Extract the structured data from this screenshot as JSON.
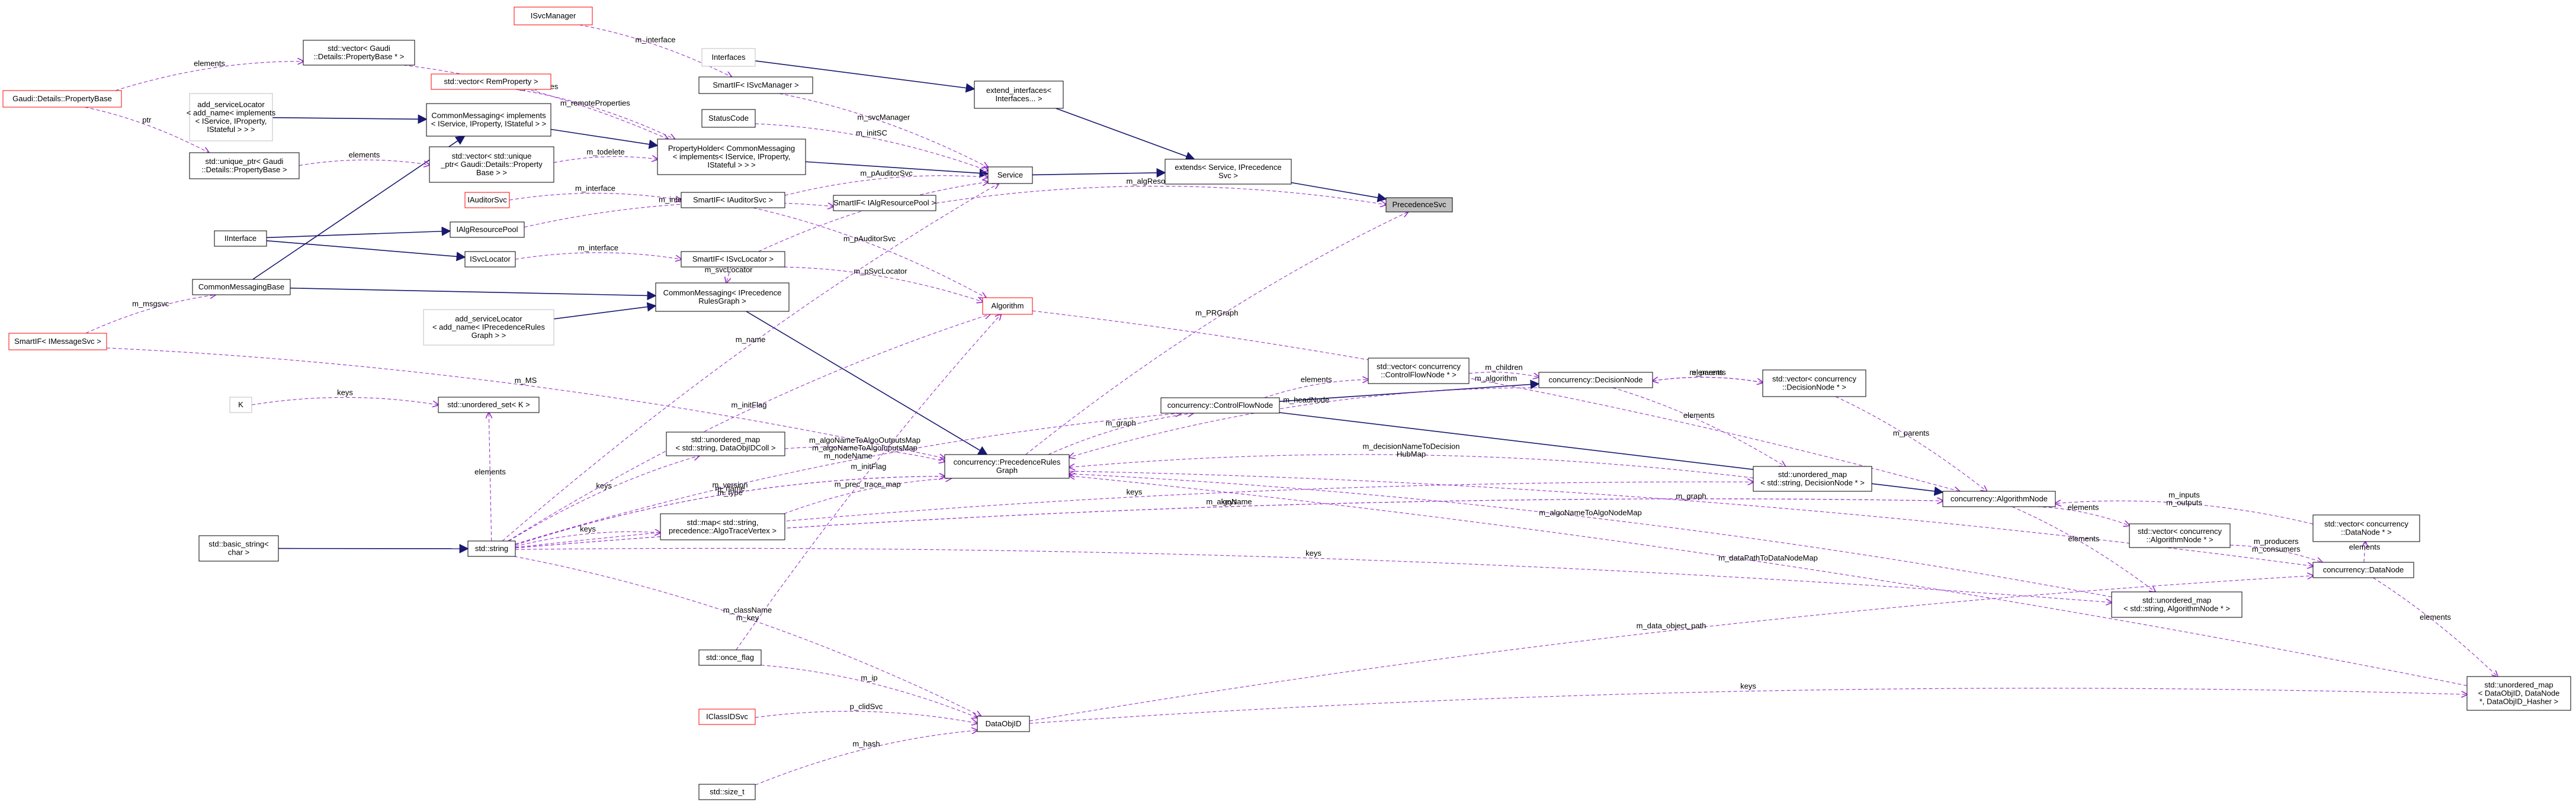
{
  "colors": {
    "node_border": "#000000",
    "node_border_red": "#ff0000",
    "node_border_grey": "#bfbfbf",
    "highlight_fill": "#bfbfbf",
    "inherit_edge": "#191970",
    "usage_edge": "#9a32cd"
  },
  "nodes": [
    {
      "id": "ISvcManager",
      "lines": [
        "ISvcManager"
      ],
      "border": "red"
    },
    {
      "id": "VecPropBase",
      "lines": [
        "std::vector< Gaudi",
        "::Details::PropertyBase * >"
      ],
      "border": "black"
    },
    {
      "id": "Interfaces",
      "lines": [
        "Interfaces"
      ],
      "border": "grey"
    },
    {
      "id": "GaudiPropBase",
      "lines": [
        "Gaudi::Details::PropertyBase"
      ],
      "border": "red"
    },
    {
      "id": "VecRemProp",
      "lines": [
        "std::vector< RemProperty >"
      ],
      "border": "red"
    },
    {
      "id": "SmartIFSvcMgr",
      "lines": [
        "SmartIF< ISvcManager >"
      ],
      "border": "black"
    },
    {
      "id": "ExtendInterfaces",
      "lines": [
        "extend_interfaces<",
        "Interfaces... >"
      ],
      "border": "black"
    },
    {
      "id": "AddSvcLoc1",
      "lines": [
        "add_serviceLocator",
        "< add_name< implements",
        "< IService, IProperty,",
        "IStateful > > >"
      ],
      "border": "grey"
    },
    {
      "id": "CMImplements",
      "lines": [
        "CommonMessaging< implements",
        "< IService, IProperty, IStateful > >"
      ],
      "border": "black"
    },
    {
      "id": "StatusCode",
      "lines": [
        "StatusCode"
      ],
      "border": "black"
    },
    {
      "id": "PropertyHolder",
      "lines": [
        "PropertyHolder< CommonMessaging",
        "< implements< IService, IProperty,",
        "IStateful > > >"
      ],
      "border": "black"
    },
    {
      "id": "UniquePtrPropBase",
      "lines": [
        "std::unique_ptr< Gaudi",
        "::Details::PropertyBase >"
      ],
      "border": "black"
    },
    {
      "id": "VecUniquePtr",
      "lines": [
        "std::vector< std::unique",
        "_ptr< Gaudi::Details::Property",
        "Base > >"
      ],
      "border": "black"
    },
    {
      "id": "Service",
      "lines": [
        "Service"
      ],
      "border": "black"
    },
    {
      "id": "ExtendsSvc",
      "lines": [
        "extends< Service, IPrecedence",
        "Svc >"
      ],
      "border": "black"
    },
    {
      "id": "IAuditorSvc",
      "lines": [
        "IAuditorSvc"
      ],
      "border": "red"
    },
    {
      "id": "SmartIFAuditor",
      "lines": [
        "SmartIF< IAuditorSvc >"
      ],
      "border": "black"
    },
    {
      "id": "SmartIFAlgRes",
      "lines": [
        "SmartIF< IAlgResourcePool >"
      ],
      "border": "black"
    },
    {
      "id": "PrecedenceSvc",
      "lines": [
        "PrecedenceSvc"
      ],
      "border": "black",
      "highlight": true
    },
    {
      "id": "IAlgResourcePool",
      "lines": [
        "IAlgResourcePool"
      ],
      "border": "black"
    },
    {
      "id": "IInterface",
      "lines": [
        "IInterface"
      ],
      "border": "black"
    },
    {
      "id": "ISvcLocator",
      "lines": [
        "ISvcLocator"
      ],
      "border": "black"
    },
    {
      "id": "SmartIFSvcLoc",
      "lines": [
        "SmartIF< ISvcLocator >"
      ],
      "border": "black"
    },
    {
      "id": "CMBase",
      "lines": [
        "CommonMessagingBase"
      ],
      "border": "black"
    },
    {
      "id": "CMPrecRules",
      "lines": [
        "CommonMessaging< IPrecedence",
        "RulesGraph >"
      ],
      "border": "black"
    },
    {
      "id": "Algorithm",
      "lines": [
        "Algorithm"
      ],
      "border": "red"
    },
    {
      "id": "AddSvcLoc2",
      "lines": [
        "add_serviceLocator",
        "< add_name< IPrecedenceRules",
        "Graph > >"
      ],
      "border": "grey"
    },
    {
      "id": "SmartIFMsgSvc",
      "lines": [
        "SmartIF< IMessageSvc >"
      ],
      "border": "red"
    },
    {
      "id": "VecCtrlFlowNode",
      "lines": [
        "std::vector< concurrency",
        "::ControlFlowNode * >"
      ],
      "border": "black"
    },
    {
      "id": "DecisionNode",
      "lines": [
        "concurrency::DecisionNode"
      ],
      "border": "black"
    },
    {
      "id": "VecDecisionNode",
      "lines": [
        "std::vector< concurrency",
        "::DecisionNode * >"
      ],
      "border": "black"
    },
    {
      "id": "K",
      "lines": [
        "K"
      ],
      "border": "grey"
    },
    {
      "id": "UnorderedSetK",
      "lines": [
        "std::unordered_set< K >"
      ],
      "border": "black"
    },
    {
      "id": "ControlFlowNode",
      "lines": [
        "concurrency::ControlFlowNode"
      ],
      "border": "black"
    },
    {
      "id": "UMapDataObjIDColl",
      "lines": [
        "std::unordered_map",
        "< std::string, DataObjIDColl >"
      ],
      "border": "black"
    },
    {
      "id": "PrecRulesGraph",
      "lines": [
        "concurrency::PrecedenceRules",
        "Graph"
      ],
      "border": "black"
    },
    {
      "id": "UMapDecisionNode",
      "lines": [
        "std::unordered_map",
        "< std::string, DecisionNode * >"
      ],
      "border": "black"
    },
    {
      "id": "BasicString",
      "lines": [
        "std::basic_string<",
        "char >"
      ],
      "border": "black"
    },
    {
      "id": "StdString",
      "lines": [
        "std::string"
      ],
      "border": "black"
    },
    {
      "id": "MapAlgTrace",
      "lines": [
        "std::map< std::string,",
        "precedence::AlgoTraceVertex >"
      ],
      "border": "black"
    },
    {
      "id": "AlgorithmNode",
      "lines": [
        "concurrency::AlgorithmNode"
      ],
      "border": "black"
    },
    {
      "id": "VecDataNode",
      "lines": [
        "std::vector< concurrency",
        "::DataNode * >"
      ],
      "border": "black"
    },
    {
      "id": "VecAlgNode",
      "lines": [
        "std::vector< concurrency",
        "::AlgorithmNode * >"
      ],
      "border": "black"
    },
    {
      "id": "UMapAlgNode",
      "lines": [
        "std::unordered_map",
        "< std::string, AlgorithmNode * >"
      ],
      "border": "black"
    },
    {
      "id": "DataNode",
      "lines": [
        "concurrency::DataNode"
      ],
      "border": "black"
    },
    {
      "id": "OnceFlag",
      "lines": [
        "std::once_flag"
      ],
      "border": "black"
    },
    {
      "id": "IClassIDSvc",
      "lines": [
        "IClassIDSvc"
      ],
      "border": "red"
    },
    {
      "id": "DataObjID",
      "lines": [
        "DataObjID"
      ],
      "border": "black"
    },
    {
      "id": "UMapDataObjID",
      "lines": [
        "std::unordered_map",
        "< DataObjID, DataNode",
        "*, DataObjID_Hasher >"
      ],
      "border": "black"
    },
    {
      "id": "SizeT",
      "lines": [
        "std::size_t"
      ],
      "border": "black"
    }
  ],
  "inherit_edges": [
    {
      "from": "Interfaces",
      "to": "ExtendInterfaces"
    },
    {
      "from": "ExtendInterfaces",
      "to": "ExtendsSvc"
    },
    {
      "from": "Service",
      "to": "ExtendsSvc"
    },
    {
      "from": "ExtendsSvc",
      "to": "PrecedenceSvc"
    },
    {
      "from": "PropertyHolder",
      "to": "Service"
    },
    {
      "from": "CMImplements",
      "to": "PropertyHolder"
    },
    {
      "from": "AddSvcLoc1",
      "to": "CMImplements"
    },
    {
      "from": "CMBase",
      "to": "CMImplements"
    },
    {
      "from": "IInterface",
      "to": "IAlgResourcePool"
    },
    {
      "from": "IInterface",
      "to": "ISvcLocator"
    },
    {
      "from": "CMBase",
      "to": "CMPrecRules"
    },
    {
      "from": "AddSvcLoc2",
      "to": "CMPrecRules"
    },
    {
      "from": "CMPrecRules",
      "to": "PrecRulesGraph"
    },
    {
      "from": "ControlFlowNode",
      "to": "DecisionNode"
    },
    {
      "from": "ControlFlowNode",
      "to": "AlgorithmNode"
    },
    {
      "from": "BasicString",
      "to": "StdString"
    }
  ],
  "usage_edges": [
    {
      "from": "ISvcManager",
      "to": "SmartIFSvcMgr",
      "label": "m_interface"
    },
    {
      "from": "GaudiPropBase",
      "to": "VecPropBase",
      "label": "elements"
    },
    {
      "from": "VecPropBase",
      "to": "PropertyHolder",
      "label": "m_properties"
    },
    {
      "from": "VecRemProp",
      "to": "PropertyHolder",
      "label": "m_remoteProperties"
    },
    {
      "from": "SmartIFSvcMgr",
      "to": "Service",
      "label": "m_svcManager"
    },
    {
      "from": "StatusCode",
      "to": "Service",
      "label": "m_initSC"
    },
    {
      "from": "GaudiPropBase",
      "to": "UniquePtrPropBase",
      "label": "ptr"
    },
    {
      "from": "UniquePtrPropBase",
      "to": "VecUniquePtr",
      "label": "elements"
    },
    {
      "from": "VecUniquePtr",
      "to": "PropertyHolder",
      "label": "m_todelete"
    },
    {
      "from": "SmartIFAuditor",
      "to": "Service",
      "label": "m_pAuditorSvc"
    },
    {
      "from": "IAuditorSvc",
      "to": "SmartIFAuditor",
      "label": "m_interface"
    },
    {
      "from": "IAlgResourcePool",
      "to": "SmartIFAlgRes",
      "label": "m_interface"
    },
    {
      "from": "SmartIFAlgRes",
      "to": "PrecedenceSvc",
      "label": "m_algResourcePool"
    },
    {
      "from": "SmartIFSvcLoc",
      "to": "Service",
      "label": "m_svcLocator"
    },
    {
      "from": "ISvcLocator",
      "to": "SmartIFSvcLoc",
      "label": "m_interface"
    },
    {
      "from": "SmartIFAuditor",
      "to": "Algorithm",
      "label": "m_pAuditorSvc"
    },
    {
      "from": "SmartIFSvcLoc",
      "to": "Algorithm",
      "label": "m_pSvcLocator"
    },
    {
      "from": "SmartIFSvcLoc",
      "to": "CMPrecRules",
      "label": "m_svcLocator"
    },
    {
      "from": "SmartIFMsgSvc",
      "to": "CMBase",
      "label": "m_msgsvc"
    },
    {
      "from": "SmartIFMsgSvc",
      "to": "PrecRulesGraph",
      "label": "m_MS"
    },
    {
      "from": "PrecRulesGraph",
      "to": "PrecedenceSvc",
      "label": "m_PRGraph"
    },
    {
      "from": "Algorithm",
      "to": "AlgorithmNode",
      "label": "m_algorithm"
    },
    {
      "from": "VecCtrlFlowNode",
      "to": "DecisionNode",
      "label": "m_children"
    },
    {
      "from": "ControlFlowNode",
      "to": "VecCtrlFlowNode",
      "label": "elements"
    },
    {
      "from": "DecisionNode",
      "to": "VecDecisionNode",
      "label": "elements"
    },
    {
      "from": "VecDecisionNode",
      "to": "DecisionNode",
      "label": "m_parents"
    },
    {
      "from": "VecDecisionNode",
      "to": "AlgorithmNode",
      "label": "m_parents"
    },
    {
      "from": "K",
      "to": "UnorderedSetK",
      "label": "keys"
    },
    {
      "from": "StdString",
      "to": "UnorderedSetK",
      "label": "elements"
    },
    {
      "from": "StdString",
      "to": "ControlFlowNode",
      "label": "m_nodeName"
    },
    {
      "from": "DecisionNode",
      "to": "PrecRulesGraph",
      "label": "m_headNode"
    },
    {
      "from": "PrecRulesGraph",
      "to": "ControlFlowNode",
      "label": "m_graph"
    },
    {
      "from": "UMapDataObjIDColl",
      "to": "PrecRulesGraph",
      "label": "m_algoNameToAlgoOutputsMap\nm_algoNameToAlgoInputsMap"
    },
    {
      "from": "StdString",
      "to": "UMapDataObjIDColl",
      "label": "keys"
    },
    {
      "from": "StdString",
      "to": "Service",
      "label": "m_name"
    },
    {
      "from": "StdString",
      "to": "PrecRulesGraph",
      "label": "m_version\nm_type"
    },
    {
      "from": "DecisionNode",
      "to": "UMapDecisionNode",
      "label": "elements"
    },
    {
      "from": "UMapDecisionNode",
      "to": "PrecRulesGraph",
      "label": "m_decisionNameToDecision\nHubMap"
    },
    {
      "from": "StdString",
      "to": "UMapDecisionNode",
      "label": "keys"
    },
    {
      "from": "MapAlgTrace",
      "to": "PrecRulesGraph",
      "label": "m_prec_trace_map"
    },
    {
      "from": "StdString",
      "to": "MapAlgTrace",
      "label": "keys"
    },
    {
      "from": "StdString",
      "to": "Algorithm",
      "label": "m_initFlag"
    },
    {
      "from": "StdString",
      "to": "PrecRulesGraph",
      "label": "m_name"
    },
    {
      "from": "StdString",
      "to": "AlgorithmNode",
      "label": "m_algoName"
    },
    {
      "from": "VecDataNode",
      "to": "AlgorithmNode",
      "label": "m_inputs\nm_outputs"
    },
    {
      "from": "DataNode",
      "to": "VecDataNode",
      "label": "elements"
    },
    {
      "from": "VecAlgNode",
      "to": "DataNode",
      "label": "m_producers\nm_consumers"
    },
    {
      "from": "AlgorithmNode",
      "to": "VecAlgNode",
      "label": "elements"
    },
    {
      "from": "PrecRulesGraph",
      "to": "DataNode",
      "label": "m_graph"
    },
    {
      "from": "AlgorithmNode",
      "to": "UMapAlgNode",
      "label": "elements"
    },
    {
      "from": "UMapAlgNode",
      "to": "PrecRulesGraph",
      "label": "m_algoNameToAlgoNodeMap"
    },
    {
      "from": "StdString",
      "to": "UMapAlgNode",
      "label": "keys"
    },
    {
      "from": "OnceFlag",
      "to": "Algorithm",
      "label": "m_initFlag"
    },
    {
      "from": "OnceFlag",
      "to": "DataObjID",
      "label": "m_ip"
    },
    {
      "from": "IClassIDSvc",
      "to": "DataObjID",
      "label": "p_clidSvc"
    },
    {
      "from": "StdString",
      "to": "DataObjID",
      "label": "m_className\nm_key"
    },
    {
      "from": "SizeT",
      "to": "DataObjID",
      "label": "m_hash"
    },
    {
      "from": "DataObjID",
      "to": "DataNode",
      "label": "m_data_object_path"
    },
    {
      "from": "DataNode",
      "to": "UMapDataObjID",
      "label": "elements"
    },
    {
      "from": "UMapDataObjID",
      "to": "PrecRulesGraph",
      "label": "m_dataPathToDataNodeMap"
    },
    {
      "from": "DataObjID",
      "to": "UMapDataObjID",
      "label": "keys"
    },
    {
      "from": "StdString",
      "to": "AlgorithmNode",
      "label": "keys"
    }
  ]
}
